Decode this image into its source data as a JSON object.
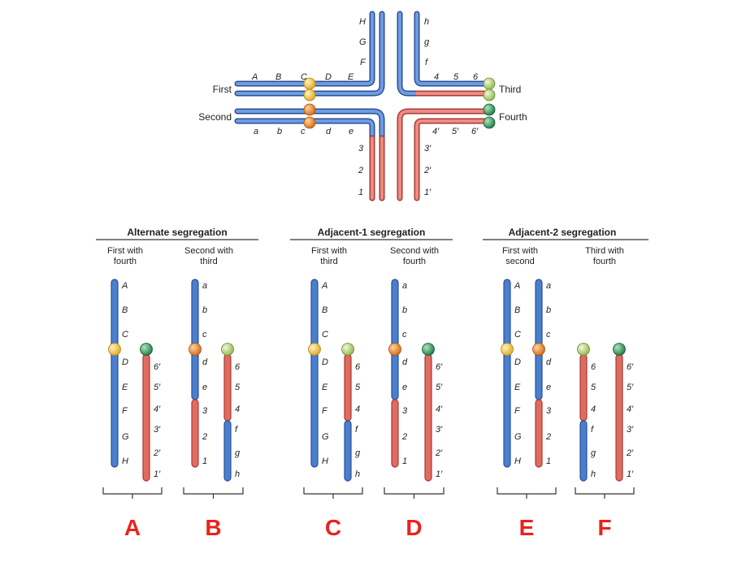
{
  "colors": {
    "blue": "#4a7fd0",
    "blue_dark": "#2a4f95",
    "red": "#e06b61",
    "red_dark": "#a83a33",
    "yellow_centromere": "#f2c94c",
    "orange_centromere": "#ee8a2a",
    "lightgreen_centromere": "#b9d77a",
    "green_centromere": "#2f9a5a",
    "panel_letter": "#e8231c"
  },
  "cross": {
    "first_label": "First",
    "second_label": "Second",
    "third_label": "Third",
    "fourth_label": "Fourth",
    "upper_left_genes": [
      "A",
      "B",
      "C",
      "D",
      "E"
    ],
    "lower_left_genes": [
      "a",
      "b",
      "c",
      "d",
      "e"
    ],
    "upper_vertical_caps": [
      "H",
      "G",
      "F"
    ],
    "upper_vertical_small": [
      "h",
      "g",
      "f"
    ],
    "lower_vertical_caps": [
      "3",
      "2",
      "1"
    ],
    "lower_vertical_primes": [
      "3′",
      "2′",
      "1′"
    ],
    "right_upper_nums": [
      "4",
      "5",
      "6"
    ],
    "right_lower_nums": [
      "4′",
      "5′",
      "6′"
    ]
  },
  "sections": [
    {
      "title": "Alternate segregation",
      "left_sub": "First with\nfourth",
      "right_sub": "Second with\nthird"
    },
    {
      "title": "Adjacent-1 segregation",
      "left_sub": "First with\nthird",
      "right_sub": "Second with\nfourth"
    },
    {
      "title": "Adjacent-2 segregation",
      "left_sub": "First with\nsecond",
      "right_sub": "Third with\nfourth"
    }
  ],
  "panels": [
    "A",
    "B",
    "C",
    "D",
    "E",
    "F"
  ],
  "chromosomes": {
    "A1": [
      "A",
      "B",
      "C",
      "D",
      "E",
      "F",
      "G",
      "H"
    ],
    "A2": [
      "6′",
      "5′",
      "4′",
      "3′",
      "2′",
      "1′"
    ],
    "B1": [
      "a",
      "b",
      "c",
      "d",
      "e",
      "3",
      "2",
      "1"
    ],
    "B2": [
      "6",
      "5",
      "4",
      "f",
      "g",
      "h"
    ],
    "C1": [
      "A",
      "B",
      "C",
      "D",
      "E",
      "F",
      "G",
      "H"
    ],
    "C2": [
      "6",
      "5",
      "4",
      "f",
      "g",
      "h"
    ],
    "D1": [
      "a",
      "b",
      "c",
      "d",
      "e",
      "3",
      "2",
      "1"
    ],
    "D2": [
      "6′",
      "5′",
      "4′",
      "3′",
      "2′",
      "1′"
    ],
    "E1": [
      "A",
      "B",
      "C",
      "D",
      "E",
      "F",
      "G",
      "H"
    ],
    "E2": [
      "a",
      "b",
      "c",
      "d",
      "e",
      "3",
      "2",
      "1"
    ],
    "F1": [
      "6",
      "5",
      "4",
      "f",
      "g",
      "h"
    ],
    "F2": [
      "6′",
      "5′",
      "4′",
      "3′",
      "2′",
      "1′"
    ]
  }
}
